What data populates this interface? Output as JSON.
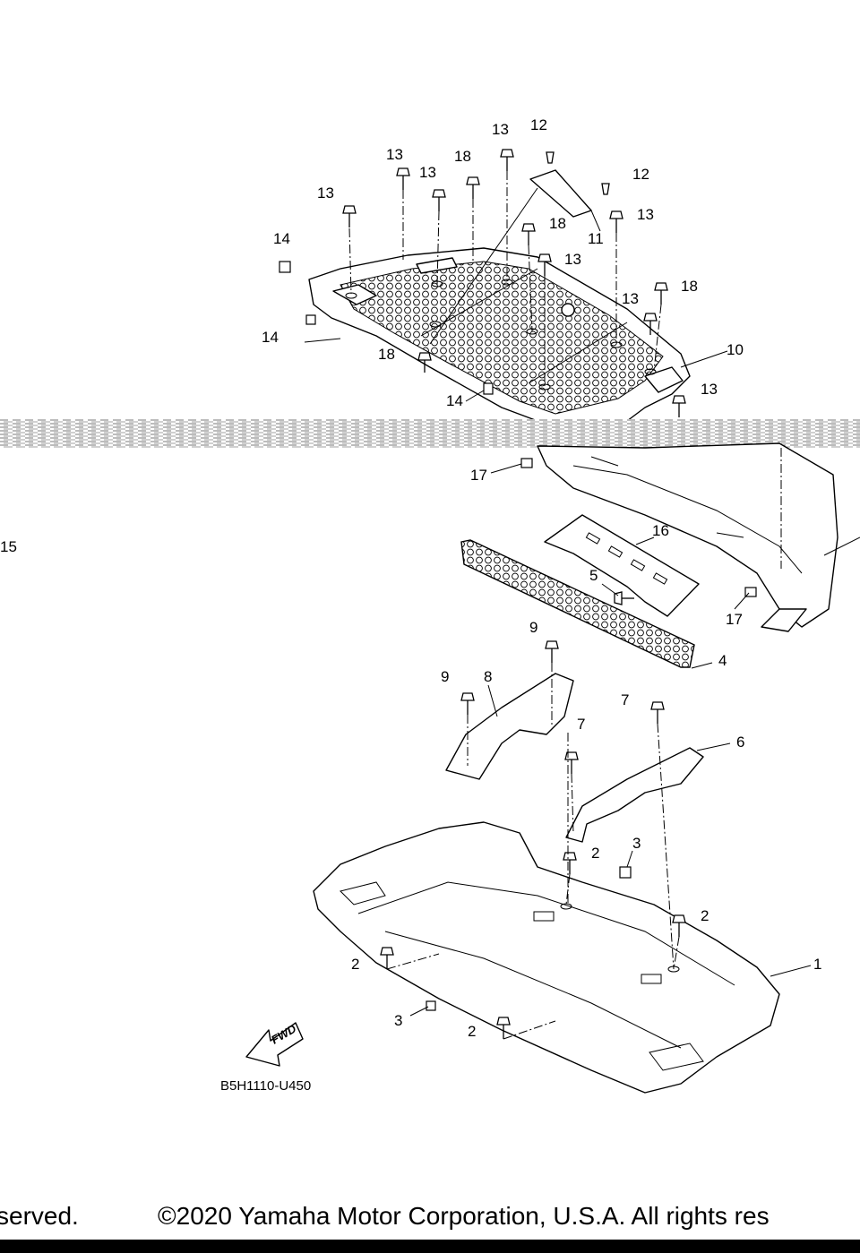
{
  "diagram": {
    "part_code": "B5H1110-U450",
    "fwd_label": "FWD",
    "callouts": [
      "1",
      "2",
      "2",
      "2",
      "2",
      "3",
      "3",
      "4",
      "5",
      "6",
      "7",
      "7",
      "8",
      "9",
      "9",
      "10",
      "11",
      "12",
      "12",
      "13",
      "13",
      "13",
      "13",
      "13",
      "13",
      "13",
      "13",
      "14",
      "14",
      "14",
      "15",
      "16",
      "17",
      "17",
      "18",
      "18",
      "18",
      "18"
    ]
  },
  "footer": {
    "left_fragment": "served.",
    "copyright": "©2020 Yamaha Motor Corporation, U.S.A. All rights res"
  }
}
